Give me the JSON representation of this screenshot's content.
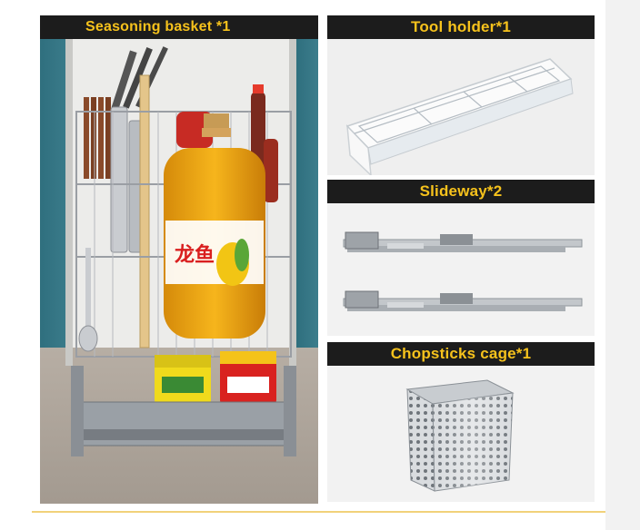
{
  "panels": {
    "seasoning": {
      "label": "Seasoning basket  *1"
    },
    "tool": {
      "label": "Tool holder*1"
    },
    "slide": {
      "label": "Slideway*2"
    },
    "chop": {
      "label": "Chopsticks cage*1"
    }
  },
  "bottle_label": "龙鱼",
  "colors": {
    "banner_bg": "#1c1c1c",
    "banner_text": "#f6c21c",
    "accent_line": "#f1d27a"
  }
}
